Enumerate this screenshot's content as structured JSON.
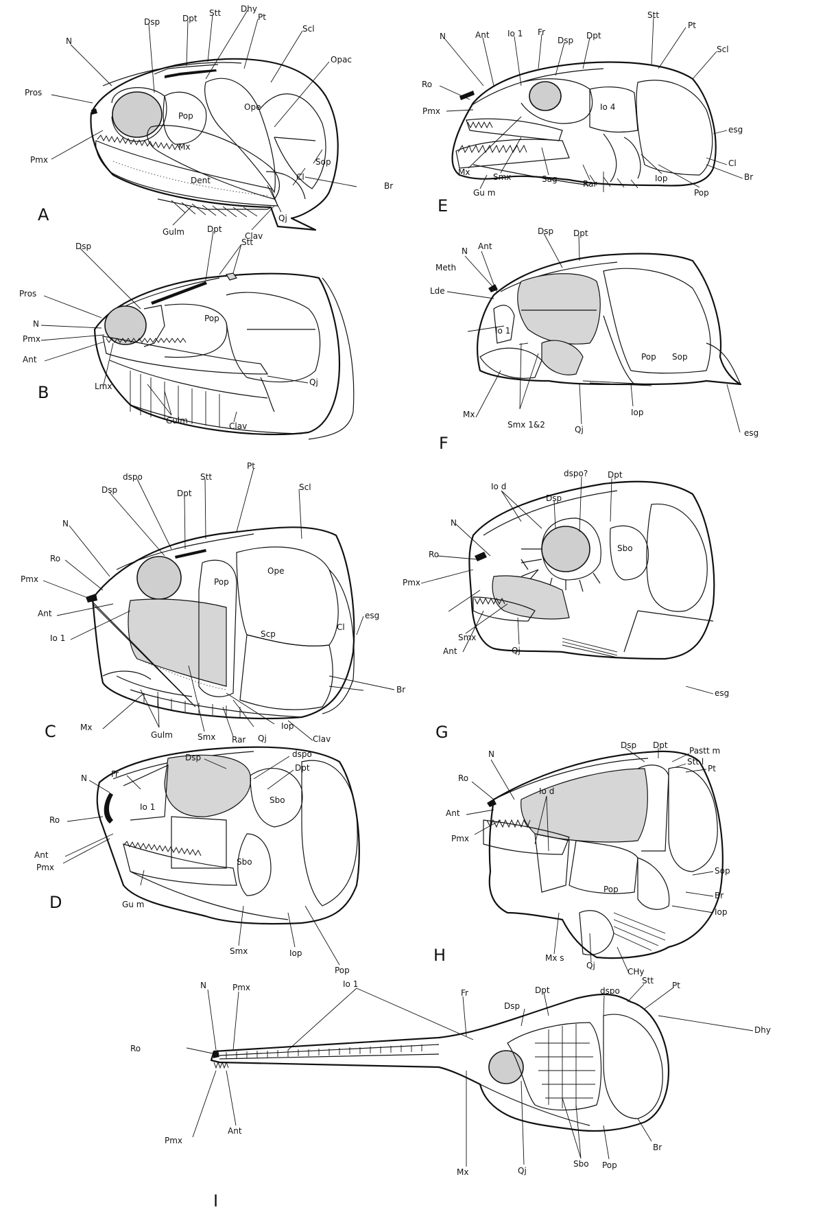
{
  "panels": [
    {
      "letter": "A",
      "labels": [
        "Dsp",
        "Dpt",
        "Stt",
        "Dhy",
        "N",
        "Pt",
        "Scl",
        "Opac",
        "Pros",
        "Ope",
        "Pop",
        "Mx",
        "Pmx",
        "Sop",
        "Dent",
        "Cl",
        "Br",
        "Qj",
        "Gulm",
        "Clav"
      ]
    },
    {
      "letter": "B",
      "labels": [
        "Dpt",
        "Stt",
        "Dsp",
        "Pros",
        "Pop",
        "N",
        "Pmx",
        "Ant",
        "Lmx",
        "Qj",
        "Gulm",
        "Clav"
      ]
    },
    {
      "letter": "C",
      "labels": [
        "dspo",
        "Dsp",
        "Dpt",
        "Stt",
        "Pt",
        "Scl",
        "N",
        "Ope",
        "Ro",
        "Pop",
        "Pmx",
        "Cl",
        "Scp",
        "esg",
        "Ant",
        "Io 1",
        "Br",
        "Mx",
        "Gulm",
        "Smx",
        "Rar",
        "Qj",
        "Iop",
        "Clav"
      ]
    },
    {
      "letter": "D",
      "labels": [
        "dspo",
        "Dpt",
        "Dsp",
        "Fr",
        "N",
        "Sbo",
        "Io 1",
        "Ro",
        "Ant",
        "Pmx",
        "Sbo",
        "Gu m",
        "Iop",
        "Smx",
        "Pop"
      ]
    },
    {
      "letter": "E",
      "labels": [
        "Ant",
        "Io 1",
        "Fr",
        "Dsp",
        "Dpt",
        "Stt",
        "Pt",
        "N",
        "Scl",
        "Ro",
        "Io 4",
        "Pmx",
        "esg",
        "Cl",
        "Mx",
        "Smx",
        "Sag",
        "Rar",
        "Iop",
        "Pop",
        "Br",
        "Gu m"
      ]
    },
    {
      "letter": "F",
      "labels": [
        "Dsp",
        "Dpt",
        "N",
        "Ant",
        "Meth",
        "Lde",
        "Io 1",
        "Pop",
        "Sop",
        "Mx",
        "esg",
        "Smx 1&2",
        "Qj",
        "Iop"
      ]
    },
    {
      "letter": "G",
      "labels": [
        "dspo?",
        "Dpt",
        "Dsp",
        "Io d",
        "N",
        "Sbo",
        "Ro",
        "Pmx",
        "esg",
        "Ant",
        "Smx",
        "Qj"
      ]
    },
    {
      "letter": "H",
      "labels": [
        "Dsp",
        "Dpt",
        "Pastt m",
        "Stt l",
        "Pt",
        "Io d",
        "N",
        "Ro",
        "Ant",
        "Pmx",
        "Sop",
        "Br",
        "Iop",
        "Pop",
        "Mx s",
        "Qj",
        "CHy"
      ]
    },
    {
      "letter": "I",
      "labels": [
        "Fr",
        "Dsp",
        "Dpt",
        "dspo",
        "Stt",
        "Pt",
        "N",
        "Pmx",
        "Io 1",
        "Dhy",
        "Ro",
        "Pmx",
        "Ant",
        "Mx",
        "Qj",
        "Sbo",
        "Pop",
        "Br"
      ]
    }
  ]
}
